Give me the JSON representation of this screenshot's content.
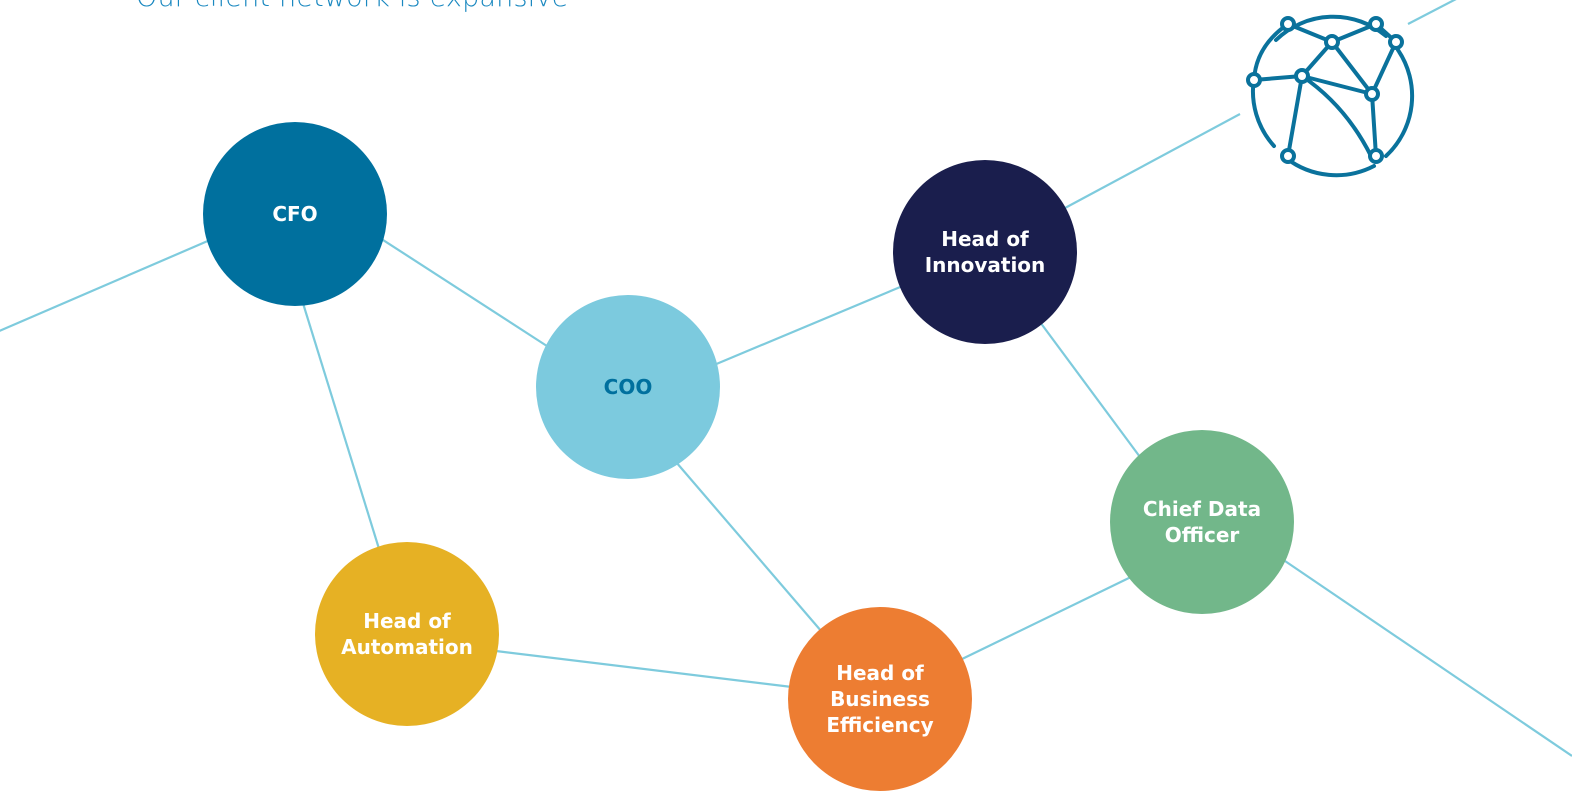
{
  "page": {
    "title": "Our client network is expansive"
  },
  "colors": {
    "line": "#7ecbdd",
    "title": "#1a88c0",
    "globe": "#0a729c"
  },
  "nodes": {
    "cfo": {
      "label": "CFO",
      "color": "#00709e",
      "text_color": "#ffffff"
    },
    "coo": {
      "label": "COO",
      "color": "#7ccade",
      "text_color": "#00709e"
    },
    "innovation": {
      "label": "Head of\nInnovation",
      "color": "#1a1e4d",
      "text_color": "#ffffff"
    },
    "automation": {
      "label": "Head of\nAutomation",
      "color": "#e6b124",
      "text_color": "#ffffff"
    },
    "cdo": {
      "label": "Chief Data\nOfficer",
      "color": "#72b78a",
      "text_color": "#ffffff"
    },
    "business": {
      "label": "Head of\nBusiness\nEfficiency",
      "color": "#ed7d32",
      "text_color": "#ffffff"
    }
  },
  "connections": [
    [
      "cfo",
      "coo"
    ],
    [
      "cfo",
      "automation"
    ],
    [
      "coo",
      "innovation"
    ],
    [
      "coo",
      "business"
    ],
    [
      "innovation",
      "cdo"
    ],
    [
      "automation",
      "business"
    ],
    [
      "business",
      "cdo"
    ]
  ],
  "icons": {
    "globe": "network-globe-icon"
  }
}
